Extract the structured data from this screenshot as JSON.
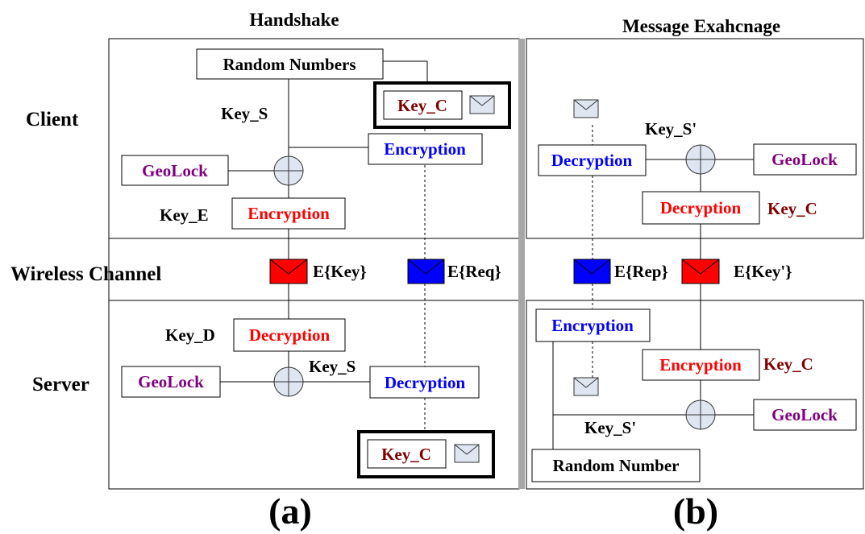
{
  "headers": {
    "handshake": "Handshake",
    "message_exchange": "Message Exahcnage"
  },
  "rows": {
    "client": "Client",
    "wireless": "Wireless Channel",
    "server": "Server"
  },
  "captions": {
    "a": "(a)",
    "b": "(b)"
  },
  "handshake": {
    "random_numbers": "Random Numbers",
    "key_c_client": "Key_C",
    "key_s_client": "Key_S",
    "encryption_blue": "Encryption",
    "geolock_client": "GeoLock",
    "key_e": "Key_E",
    "encryption_red": "Encryption",
    "e_key": "E{Key}",
    "e_req": "E{Req}",
    "key_d": "Key_D",
    "decryption_red": "Decryption",
    "geolock_server": "GeoLock",
    "key_s_server": "Key_S",
    "decryption_blue": "Decryption",
    "key_c_server": "Key_C"
  },
  "exchange": {
    "key_s_prime_client": "Key_S'",
    "decryption_blue": "Decryption",
    "geolock_client": "GeoLock",
    "decryption_red": "Decryption",
    "key_c_client": "Key_C",
    "e_rep": "E{Rep}",
    "e_key_prime": "E{Key'}",
    "encryption_blue": "Encryption",
    "encryption_red": "Encryption",
    "key_c_server": "Key_C",
    "key_s_prime_server": "Key_S'",
    "geolock_server": "GeoLock",
    "random_number": "Random Number"
  },
  "colors": {
    "red": "#ff0000",
    "blue": "#0000ff",
    "purple": "#7f007f",
    "dark_red": "#800000",
    "divider": "#a6a6a6",
    "envelope_fill": "#dfe6f1",
    "xor_fill": "#dfe6f1"
  },
  "icons": [
    "envelope-icon",
    "xor-operator-icon"
  ]
}
